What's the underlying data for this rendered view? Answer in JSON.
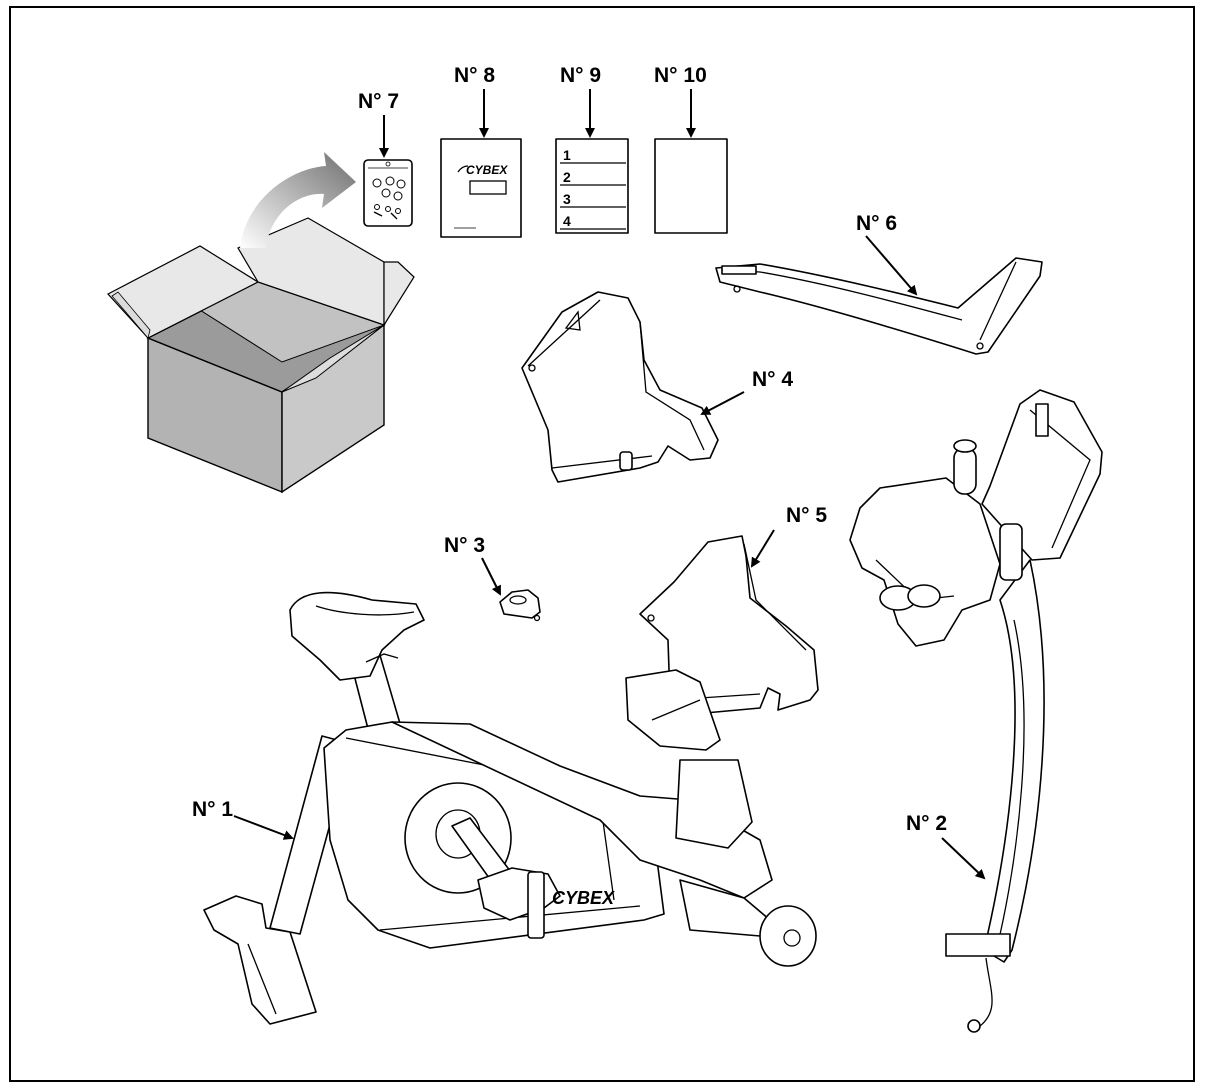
{
  "labels": {
    "n1": "N° 1",
    "n2": "N° 2",
    "n3": "N° 3",
    "n4": "N° 4",
    "n5": "N° 5",
    "n6": "N° 6",
    "n7": "N° 7",
    "n8": "N° 8",
    "n9": "N° 9",
    "n10": "N° 10"
  },
  "manual": {
    "brand": "CYBEX"
  },
  "checklist": {
    "items": [
      "1",
      "2",
      "3",
      "4"
    ]
  },
  "bike": {
    "brand": "CYBEX"
  },
  "colors": {
    "box_front": "#b0b0b0",
    "box_side": "#c8c8c8",
    "box_inside": "#9a9a9a",
    "flap": "#e6e6e6",
    "unpack_arrow": "#7a7a7a"
  }
}
